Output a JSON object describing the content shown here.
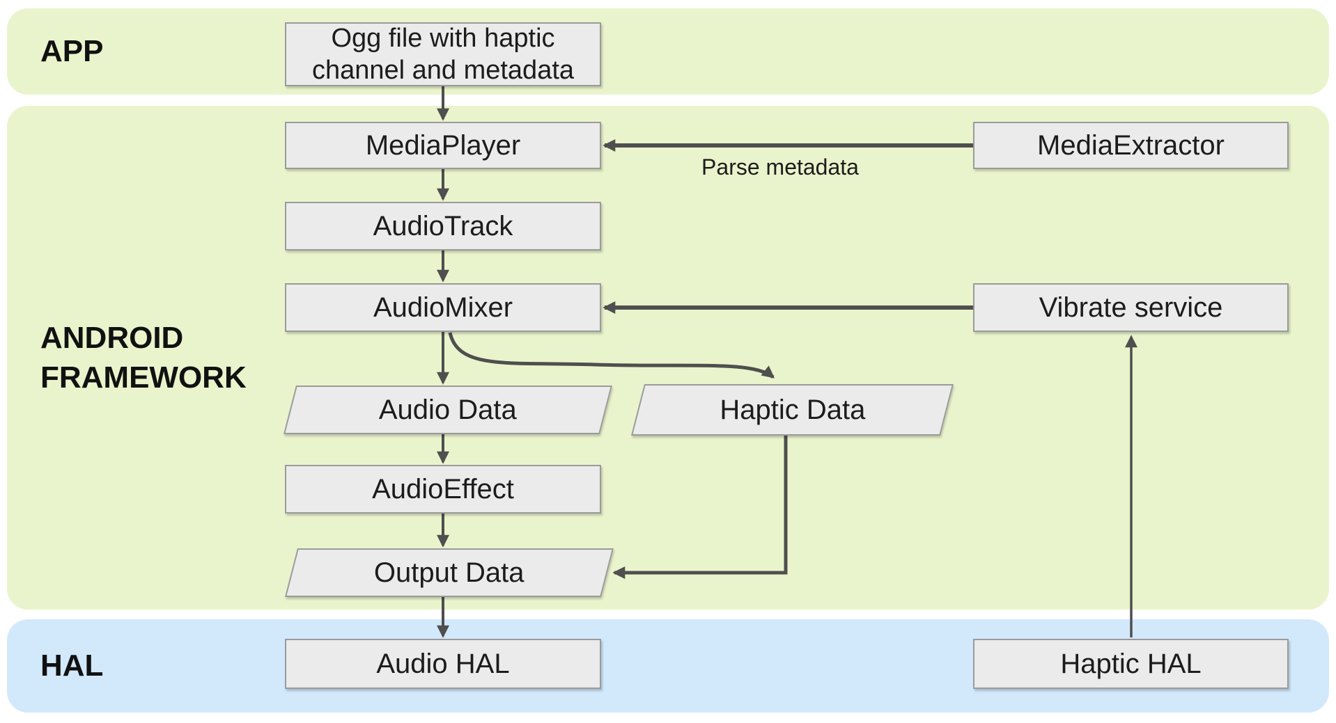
{
  "colors": {
    "band_app": "#eaf4cc",
    "band_framework": "#eaf4cc",
    "band_hal": "#d2e9fc",
    "node_fill": "#ebebeb",
    "node_border": "#9a9a9a",
    "arrow": "#4f4f4f",
    "text": "#1c1c1c"
  },
  "bands": {
    "app": {
      "label": "APP"
    },
    "framework": {
      "label": "ANDROID FRAMEWORK"
    },
    "hal": {
      "label": "HAL"
    }
  },
  "nodes": {
    "ogg_file": {
      "label": "Ogg file with haptic channel and metadata",
      "shape": "rectangle",
      "band": "APP"
    },
    "media_player": {
      "label": "MediaPlayer",
      "shape": "rectangle",
      "band": "ANDROID FRAMEWORK"
    },
    "media_extractor": {
      "label": "MediaExtractor",
      "shape": "rectangle",
      "band": "ANDROID FRAMEWORK"
    },
    "audio_track": {
      "label": "AudioTrack",
      "shape": "rectangle",
      "band": "ANDROID FRAMEWORK"
    },
    "audio_mixer": {
      "label": "AudioMixer",
      "shape": "rectangle",
      "band": "ANDROID FRAMEWORK"
    },
    "vibrate_service": {
      "label": "Vibrate service",
      "shape": "rectangle",
      "band": "ANDROID FRAMEWORK"
    },
    "audio_data": {
      "label": "Audio Data",
      "shape": "parallelogram",
      "band": "ANDROID FRAMEWORK"
    },
    "haptic_data": {
      "label": "Haptic Data",
      "shape": "parallelogram",
      "band": "ANDROID FRAMEWORK"
    },
    "audio_effect": {
      "label": "AudioEffect",
      "shape": "rectangle",
      "band": "ANDROID FRAMEWORK"
    },
    "output_data": {
      "label": "Output Data",
      "shape": "parallelogram",
      "band": "ANDROID FRAMEWORK"
    },
    "audio_hal": {
      "label": "Audio HAL",
      "shape": "rectangle",
      "band": "HAL"
    },
    "haptic_hal": {
      "label": "Haptic HAL",
      "shape": "rectangle",
      "band": "HAL"
    }
  },
  "edges": [
    {
      "from": "ogg_file",
      "to": "media_player",
      "label": ""
    },
    {
      "from": "media_extractor",
      "to": "media_player",
      "label": "Parse metadata"
    },
    {
      "from": "media_player",
      "to": "audio_track",
      "label": ""
    },
    {
      "from": "audio_track",
      "to": "audio_mixer",
      "label": ""
    },
    {
      "from": "vibrate_service",
      "to": "audio_mixer",
      "label": ""
    },
    {
      "from": "audio_mixer",
      "to": "audio_data",
      "label": ""
    },
    {
      "from": "audio_mixer",
      "to": "haptic_data",
      "label": ""
    },
    {
      "from": "audio_data",
      "to": "audio_effect",
      "label": ""
    },
    {
      "from": "audio_effect",
      "to": "output_data",
      "label": ""
    },
    {
      "from": "haptic_data",
      "to": "output_data",
      "label": ""
    },
    {
      "from": "output_data",
      "to": "audio_hal",
      "label": ""
    },
    {
      "from": "haptic_hal",
      "to": "vibrate_service",
      "label": ""
    }
  ]
}
